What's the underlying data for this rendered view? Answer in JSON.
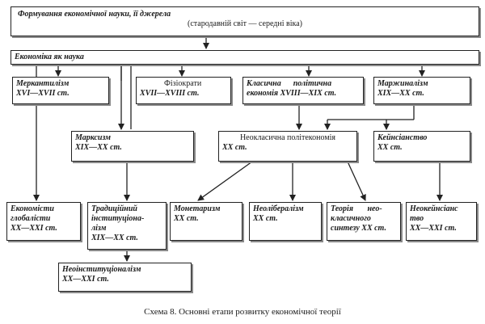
{
  "caption": "Схема 8. Основні етапи розвитку економічної теорії",
  "boxes": {
    "origins": {
      "title": "Формування економічної науки, її джерела",
      "subtitle": "(стародавній світ — середні віка)"
    },
    "econ_science": {
      "title": "Економіка як наука"
    },
    "mercantilism": {
      "line1": "Меркантилізм",
      "line2": "XVI—XVII ст."
    },
    "physiocrats": {
      "line1": "Фізіократи",
      "line2": "XVII—XVIII ст."
    },
    "classical": {
      "line1": "Класична      політична",
      "line2": "економія XVIII—XIX ст."
    },
    "marginalism": {
      "line1": "Маржиналізм",
      "line2": "XIX—XX ст."
    },
    "marxism": {
      "line1": "Марксизм",
      "line2": "XIX—XX ст."
    },
    "neoclassical": {
      "line1": "Неокласична політекономія",
      "line2": "XX ст."
    },
    "keynesianism": {
      "line1": "Кейнсіанство",
      "line2": "XX ст."
    },
    "globalists": {
      "line1": "Економісти",
      "line2": "глобалісти",
      "line3": "XX—XXI ст."
    },
    "institutionalism": {
      "line1": "Традиційний",
      "line2": "інституціона-",
      "line3": "лізм",
      "line4": "XIX—XX ст."
    },
    "monetarism": {
      "line1": "Монетаризм",
      "line2": "XX ст."
    },
    "neoliberalism": {
      "line1": "Неолібералізм",
      "line2": "XX ст."
    },
    "synthesis": {
      "line1": "Теорія       нео-",
      "line2": "класичного",
      "line3": "синтезу XX ст."
    },
    "neokeynesianism": {
      "line1": "Неокейнсіанс",
      "line2": "тво",
      "line3": "XX—XXI ст."
    },
    "neoinstitutionalism": {
      "line1": "Неоінституціоналізм",
      "line2": "XX—XXI ст."
    }
  }
}
